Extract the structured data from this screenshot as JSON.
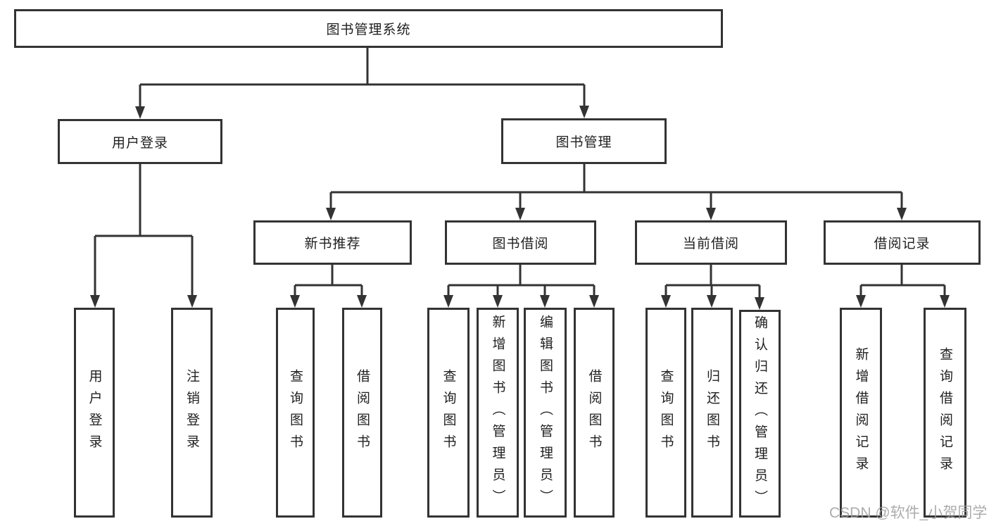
{
  "diagram": {
    "title": "图书管理系统",
    "branches": [
      {
        "label": "用户登录",
        "leaves": [
          "用户登录",
          "注销登录"
        ]
      },
      {
        "label": "图书管理",
        "groups": [
          {
            "label": "新书推荐",
            "leaves": [
              "查询图书",
              "借阅图书"
            ]
          },
          {
            "label": "图书借阅",
            "leaves": [
              "查询图书",
              "新增图书（管理员）",
              "编辑图书（管理员）",
              "借阅图书"
            ]
          },
          {
            "label": "当前借阅",
            "leaves": [
              "查询图书",
              "归还图书",
              "确认归还（管理员）"
            ]
          },
          {
            "label": "借阅记录",
            "leaves": [
              "新增借阅记录",
              "查询借阅记录"
            ]
          }
        ]
      }
    ]
  },
  "watermark": "CSDN @软件_小贺同学",
  "colors": {
    "line": "#333333",
    "text": "#1f1f1f",
    "watermark": "#9e9e9e",
    "background": "#ffffff"
  }
}
